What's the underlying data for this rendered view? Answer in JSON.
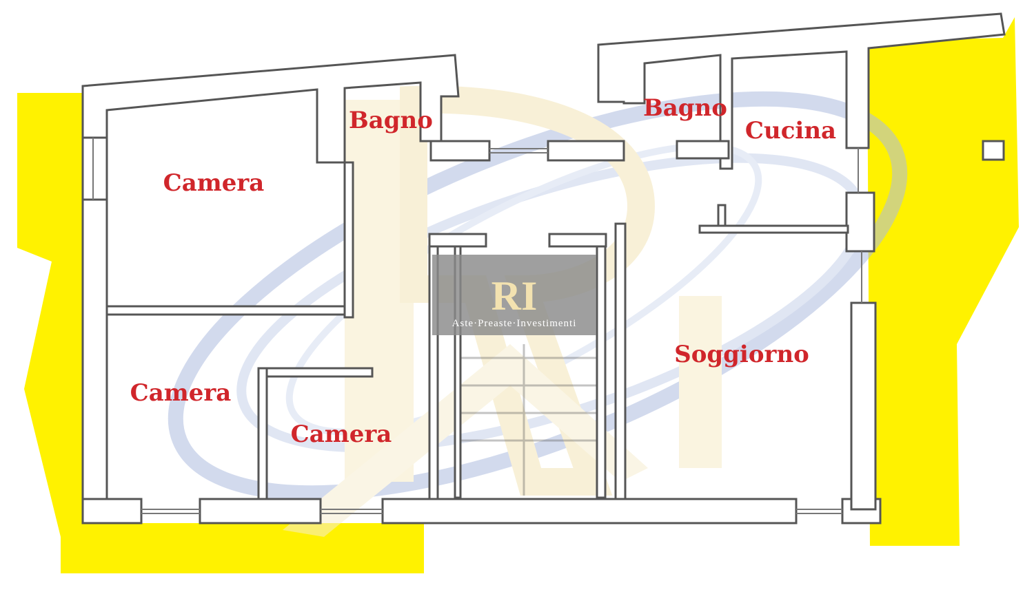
{
  "rooms": {
    "camera_top_left": "Camera",
    "bagno_left": "Bagno",
    "bagno_right": "Bagno",
    "cucina": "Cucina",
    "camera_mid_left": "Camera",
    "camera_bottom": "Camera",
    "soggiorno": "Soggiorno"
  },
  "watermark": {
    "monogram": "RI",
    "brand": "Aste·Preaste·Investimenti"
  },
  "colors": {
    "highlight": "#fff200",
    "label": "#d0262b",
    "wall_stroke": "#555555",
    "watermark_gold": "#e8cf86",
    "watermark_blue": "#8fa6d2"
  }
}
